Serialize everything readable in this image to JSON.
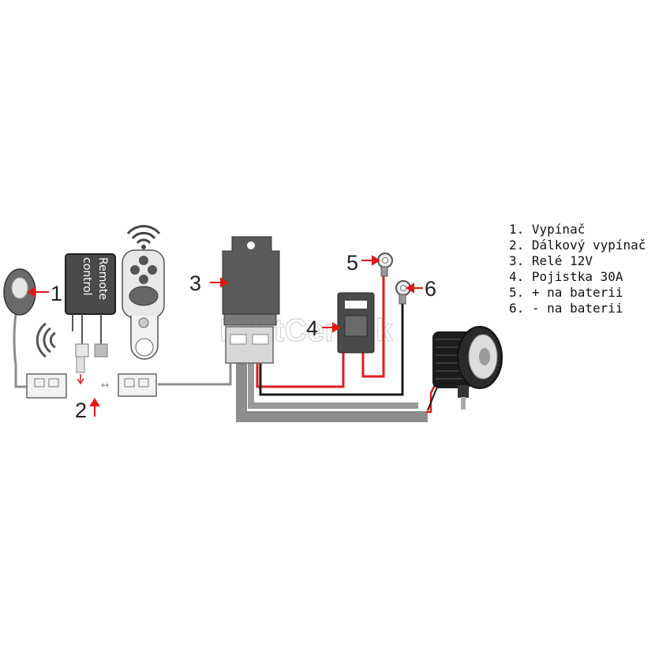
{
  "legend": [
    "1. Vypínač",
    "2. Dálkový vypínač",
    "3. Relé 12V",
    "4. Pojistka 30A",
    "5. + na baterii",
    "6. - na baterii"
  ],
  "callouts": {
    "n1": "1",
    "n2": "2",
    "n3": "3",
    "n4": "4",
    "n5": "5",
    "n6": "6"
  },
  "module_label": {
    "line1": "Remote",
    "line2": "control"
  },
  "watermark": "FastCentrik",
  "colors": {
    "wire_gray": "#8c8c8c",
    "wire_red": "#e21c1c",
    "wire_black": "#1a1a1a",
    "relay": "#5a5a5a",
    "arrow_red": "#e01818"
  }
}
